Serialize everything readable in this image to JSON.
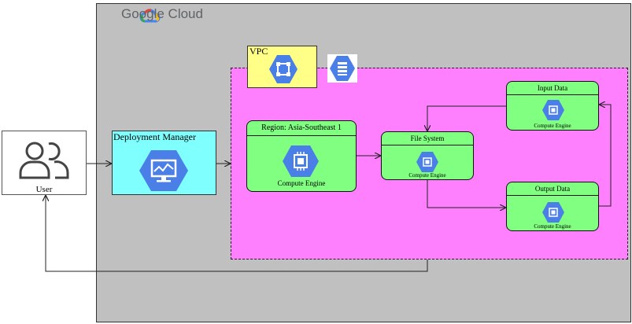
{
  "cloud": {
    "brand": "Google Cloud"
  },
  "vpc": {
    "label": "VPC"
  },
  "user": {
    "label": "User"
  },
  "deployment_manager": {
    "label": "Deployment Manager"
  },
  "region": {
    "title": "Region: Asia-Southeast 1",
    "service": "Compute Engine"
  },
  "file_system": {
    "title": "File System",
    "service": "Compute Engine"
  },
  "input_data": {
    "title": "Input Data",
    "service": "Compute Engine"
  },
  "output_data": {
    "title": "Output Data",
    "service": "Compute Engine"
  },
  "colors": {
    "gcp_panel": "#c0c0c0",
    "vpc_box": "#ffff88",
    "network_area": "#ff80ff",
    "deployment_box": "#80ffff",
    "node_fill": "#80ff80",
    "icon_blue": "#4a7fe8"
  }
}
